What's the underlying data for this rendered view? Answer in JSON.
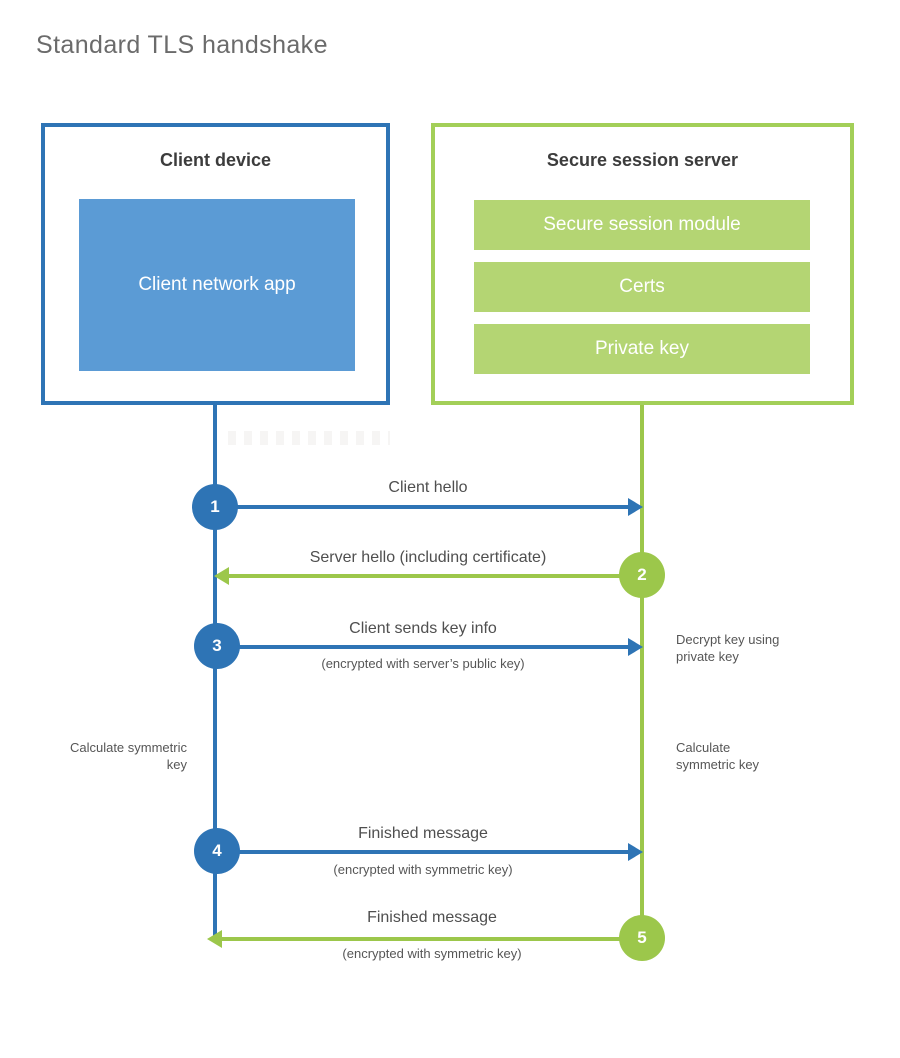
{
  "title": "Standard TLS handshake",
  "client_box": {
    "title": "Client device",
    "app_label": "Client network app"
  },
  "server_box": {
    "title": "Secure session server",
    "modules": [
      "Secure session module",
      "Certs",
      "Private key"
    ]
  },
  "steps": [
    {
      "num": "1",
      "label": "Client hello",
      "sub": ""
    },
    {
      "num": "2",
      "label": "Server hello (including certificate)",
      "sub": ""
    },
    {
      "num": "3",
      "label": "Client sends key info",
      "sub": "(encrypted with server’s public key)"
    },
    {
      "num": "4",
      "label": "Finished message",
      "sub": "(encrypted with symmetric key)"
    },
    {
      "num": "5",
      "label": "Finished message",
      "sub": "(encrypted with symmetric key)"
    }
  ],
  "annotations": {
    "decrypt_key": "Decrypt key using private key",
    "calc_left": "Calculate symmetric key",
    "calc_right": "Calculate symmetric key"
  },
  "colors": {
    "client_blue": "#2e74b5",
    "client_fill_blue": "#5b9bd5",
    "server_green": "#9cc74b",
    "server_border_green": "#a3cf58",
    "server_fill_green": "#b4d573"
  }
}
